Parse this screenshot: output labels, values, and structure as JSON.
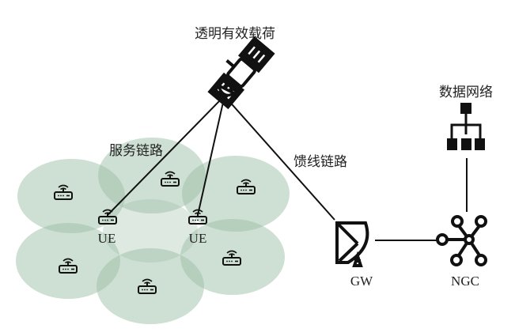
{
  "labels": {
    "payload": "透明有效载荷",
    "service_link": "服务链路",
    "feeder_link": "馈线链路",
    "data_network": "数据网络",
    "ue1": "UE",
    "ue2": "UE",
    "gw": "GW",
    "ngc": "NGC"
  },
  "colors": {
    "cell_fill": "#9dbfa8",
    "line": "#111111"
  },
  "icons": [
    "satellite-icon",
    "router-icon",
    "dish-antenna-icon",
    "network-hub-icon",
    "hierarchy-icon"
  ]
}
